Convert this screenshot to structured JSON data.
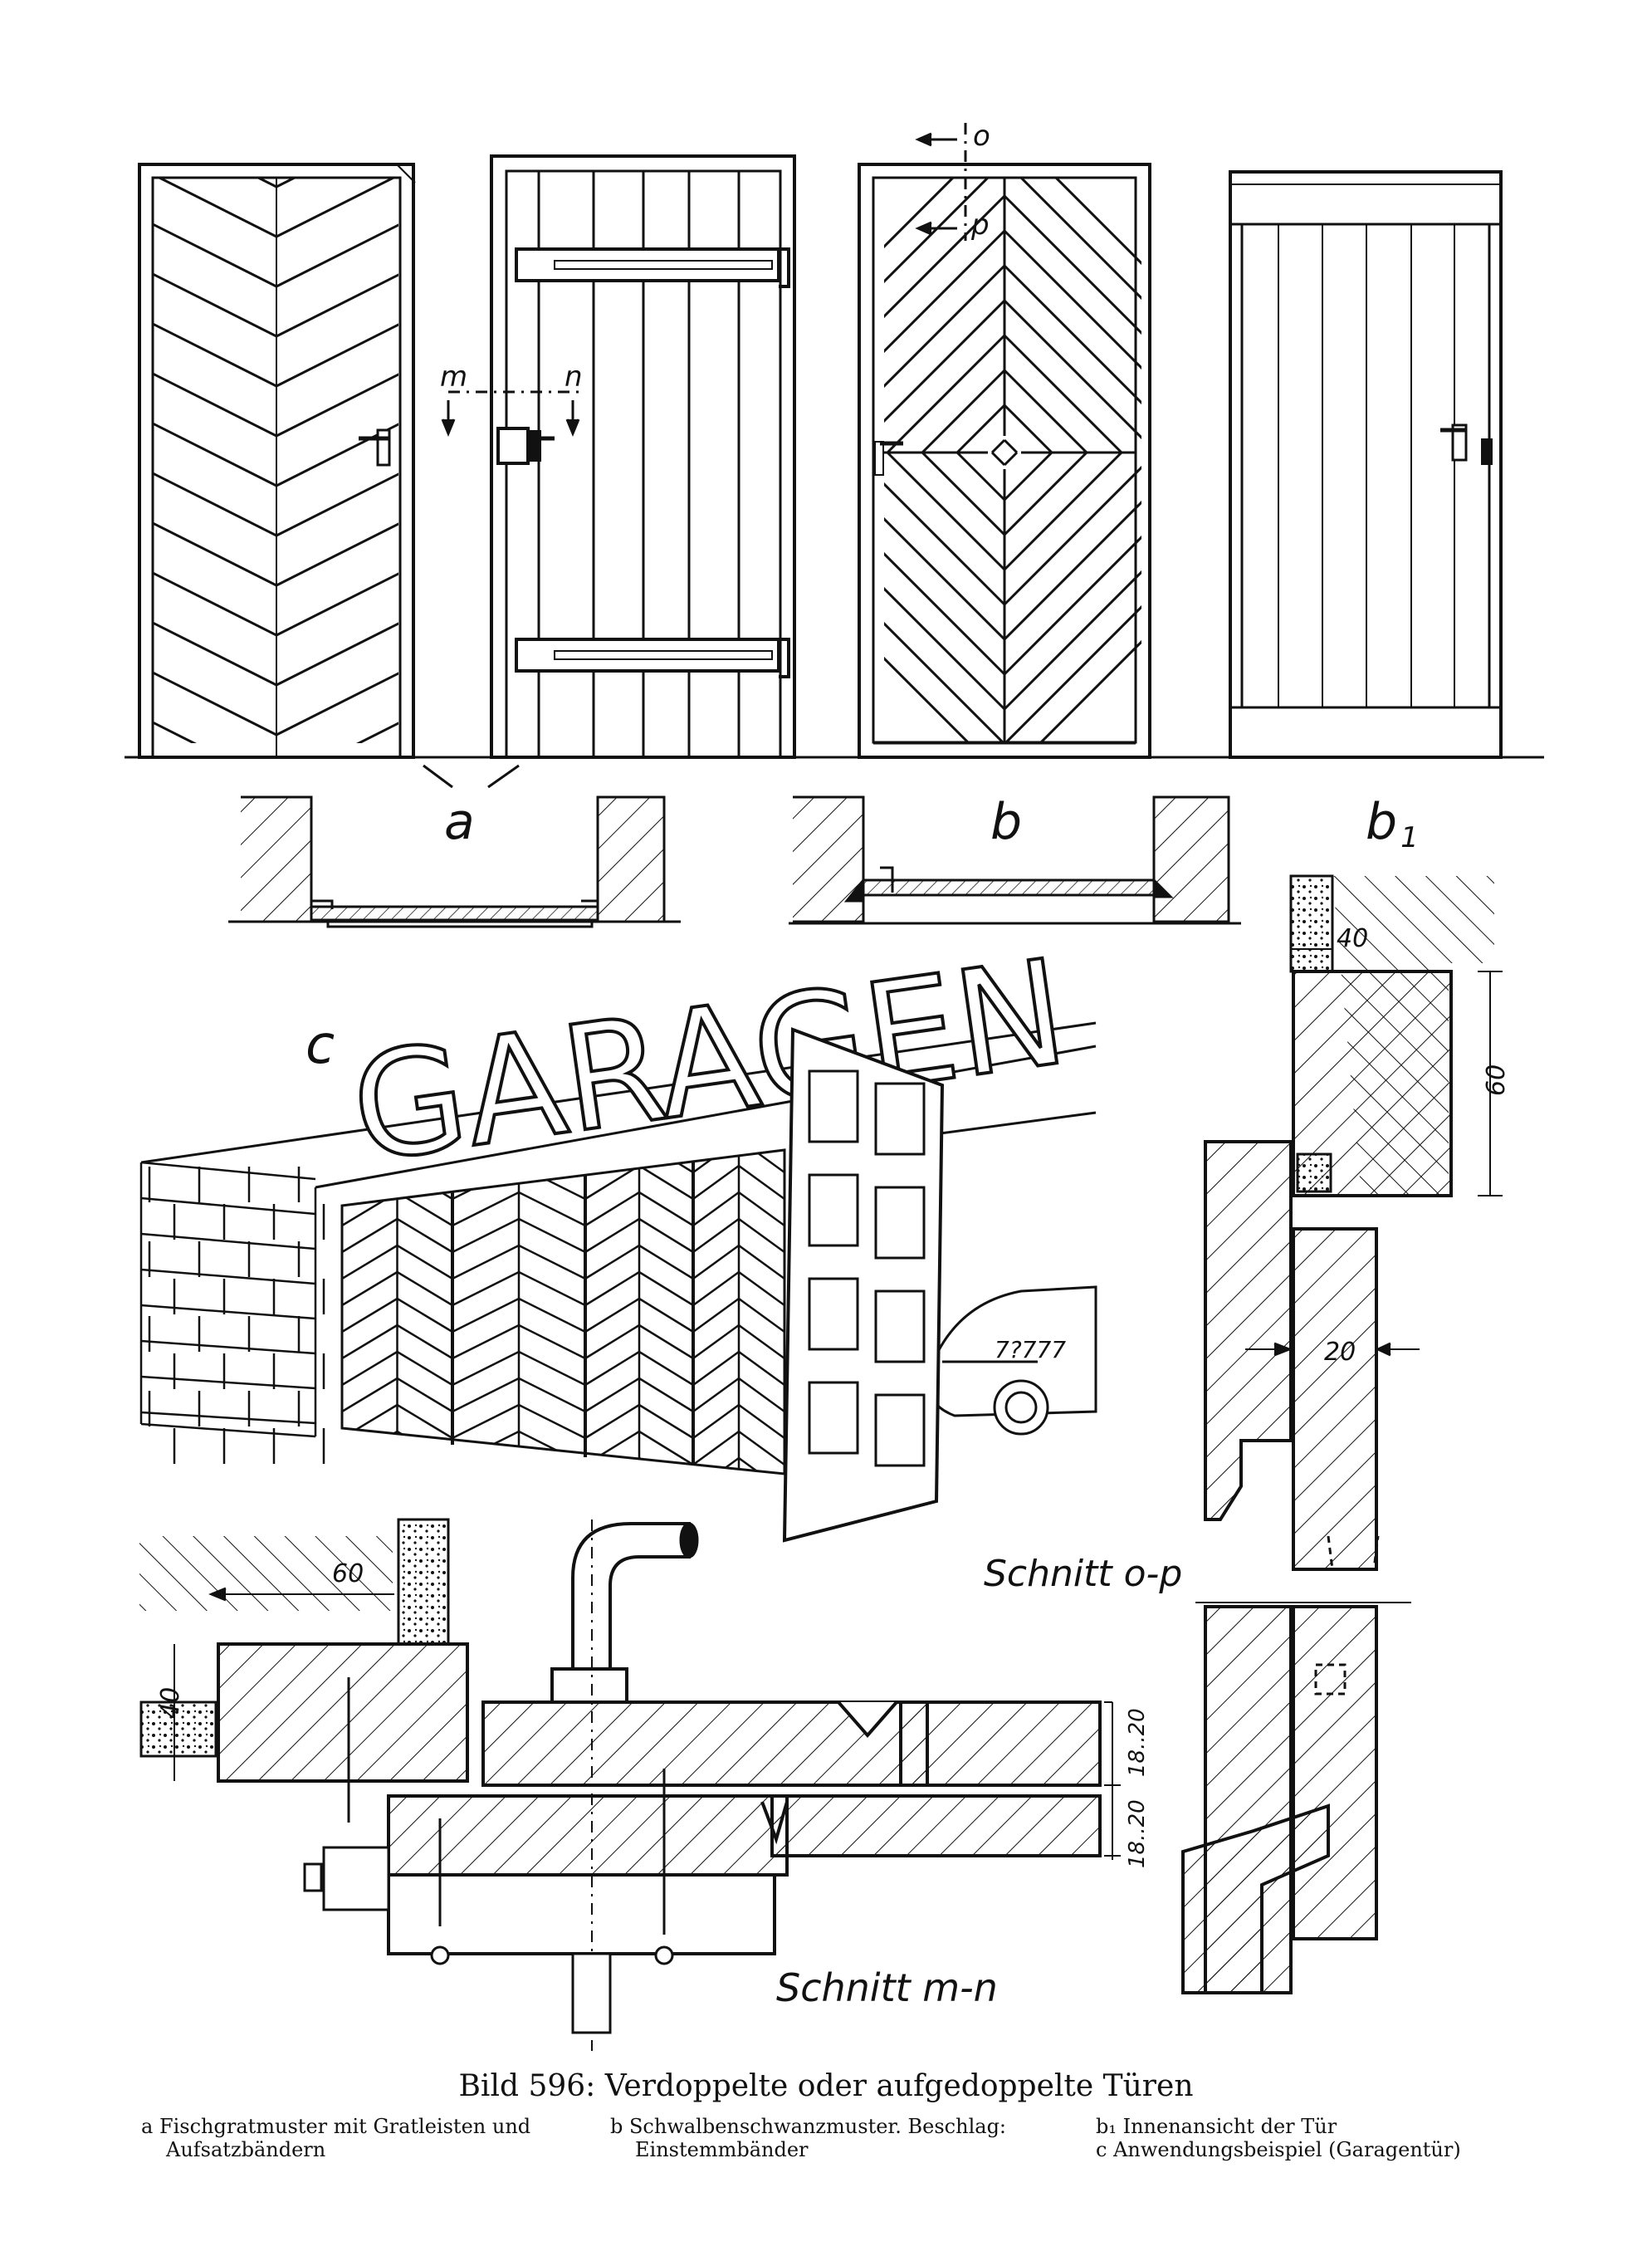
{
  "labels": {
    "fig_a": "a",
    "fig_b": "b",
    "fig_b1": "b",
    "fig_b1_sub": "1",
    "fig_c": "c",
    "cut_m": "m",
    "cut_n": "n",
    "cut_o": "o",
    "cut_p": "p",
    "sign": "GARAGEN",
    "plate": "7?777"
  },
  "sections": {
    "op_title": "Schnitt o-p",
    "mn_title": "Schnitt m-n"
  },
  "dimensions": {
    "op_40": "40",
    "op_60": "60",
    "op_20": "20",
    "mn_60": "60",
    "mn_40": "40",
    "mn_18_20_top": "18..20",
    "mn_18_20_bottom": "18..20"
  },
  "caption": {
    "title": "Bild 596:  Verdoppelte oder aufgedoppelte Türen",
    "a_line1": "a  Fischgratmuster mit Gratleisten und",
    "a_line2": "Aufsatzbändern",
    "b_line1": "b  Schwalbenschwanzmuster. Beschlag:",
    "b_line2": "Einstemmbänder",
    "b1_line1": "b₁ Innenansicht der Tür",
    "b1_line2": "c  Anwendungsbeispiel (Garagentür)"
  },
  "colors": {
    "ink": "#111111",
    "paper": "#ffffff"
  }
}
